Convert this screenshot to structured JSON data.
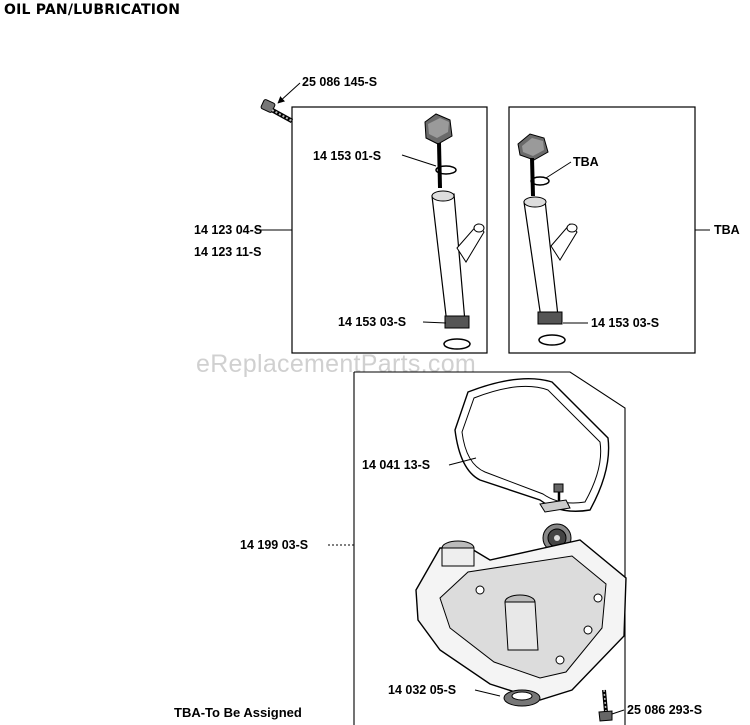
{
  "title": "OIL PAN/LUBRICATION",
  "note": "TBA-To Be Assigned",
  "watermark": "eReplacementParts.com",
  "labels": {
    "bolt_top": "25 086 145-S",
    "dipstick_oring": "14 153 01-S",
    "tube_assy_a": "14 123 04-S",
    "tube_assy_b": "14 123 11-S",
    "tube_oring_left": "14 153 03-S",
    "right_oring_tba": "TBA",
    "right_assy_tba": "TBA",
    "tube_oring_right": "14 153 03-S",
    "gasket": "14 041 13-S",
    "oil_pan_assy": "14 199 03-S",
    "seal": "14 032 05-S",
    "bolt_bottom": "25 086 293-S"
  }
}
